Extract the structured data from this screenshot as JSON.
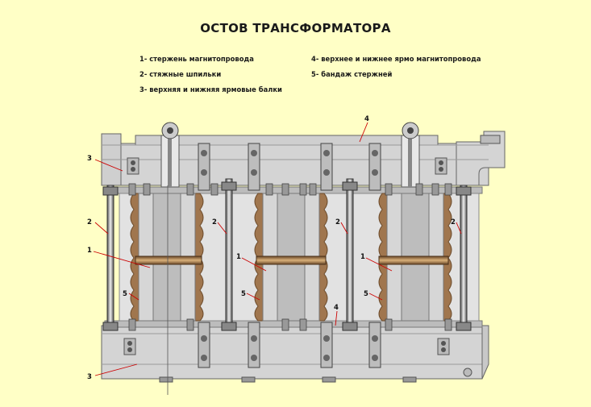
{
  "title": "ОСТОВ ТРАНСФОРМАТОРА",
  "legend": [
    {
      "text": "1-  стержень магнитопровода"
    },
    {
      "text": "2-  стяжные шпильки"
    },
    {
      "text": "3-  верхняя и нижняя ярмовые балки"
    },
    {
      "text": "4-  верхнее и нижнее ярмо магнитопровода"
    },
    {
      "text": "5-  бандаж стержней"
    }
  ],
  "callouts": {
    "c1": "1",
    "c2": "2",
    "c3": "3",
    "c4": "4",
    "c5": "5"
  },
  "colors": {
    "background": "#ffffc6",
    "frame": "#d8d8d8",
    "frame_dark": "#9a9a9a",
    "core": "#c8c8c8",
    "winding": "#a0764e",
    "leader": "#cc0000"
  }
}
